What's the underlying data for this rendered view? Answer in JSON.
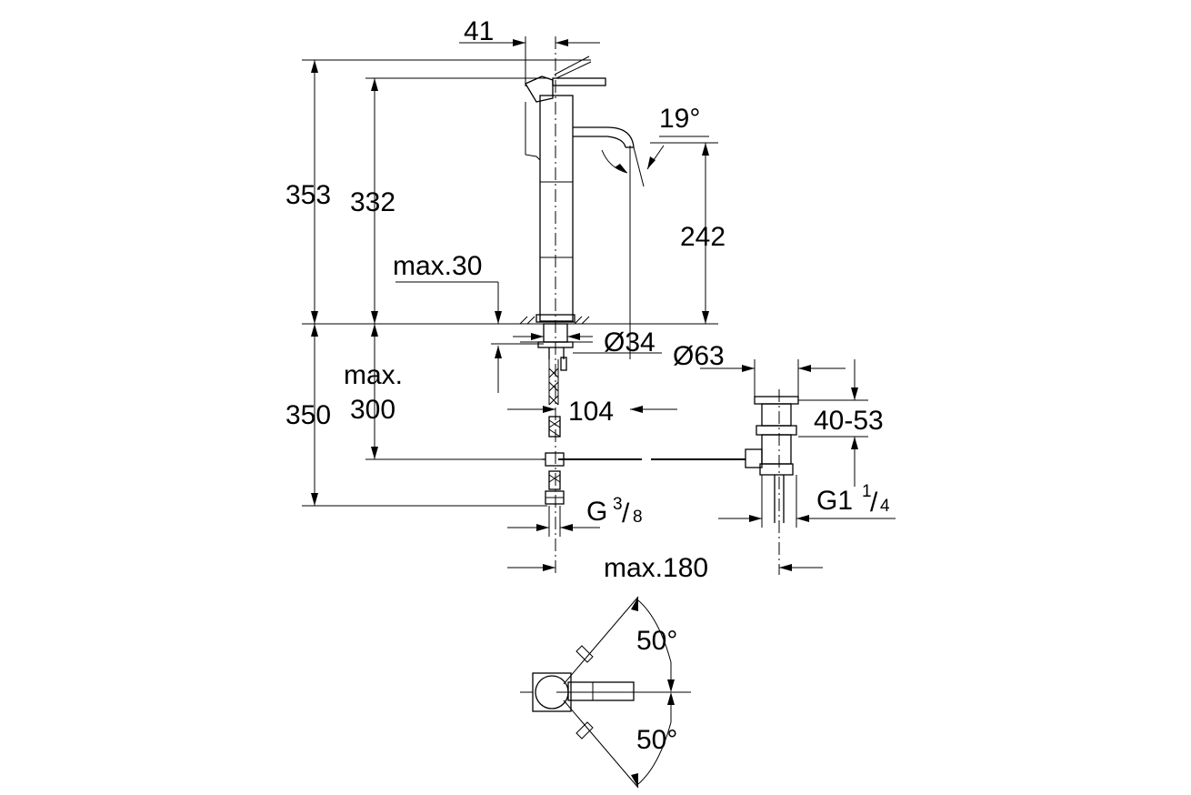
{
  "dimensions": {
    "top_offset": "41",
    "total_height": "353",
    "handle_height": "332",
    "spout_angle": "19°",
    "spout_height": "242",
    "deck_thickness": "max.30",
    "base_diameter": "Ø34",
    "waste_diameter": "Ø63",
    "below_deck_length": "350",
    "below_deck_hose_label": "max.",
    "below_deck_hose_value": "300",
    "spout_reach": "104",
    "waste_range": "40-53",
    "supply_thread_main": "G",
    "supply_thread_num": "3",
    "supply_thread_den": "8",
    "waste_thread_main": "G1",
    "waste_thread_num": "1",
    "waste_thread_den": "4",
    "rod_length": "max.180",
    "rotation_upper": "50°",
    "rotation_lower": "50°"
  }
}
